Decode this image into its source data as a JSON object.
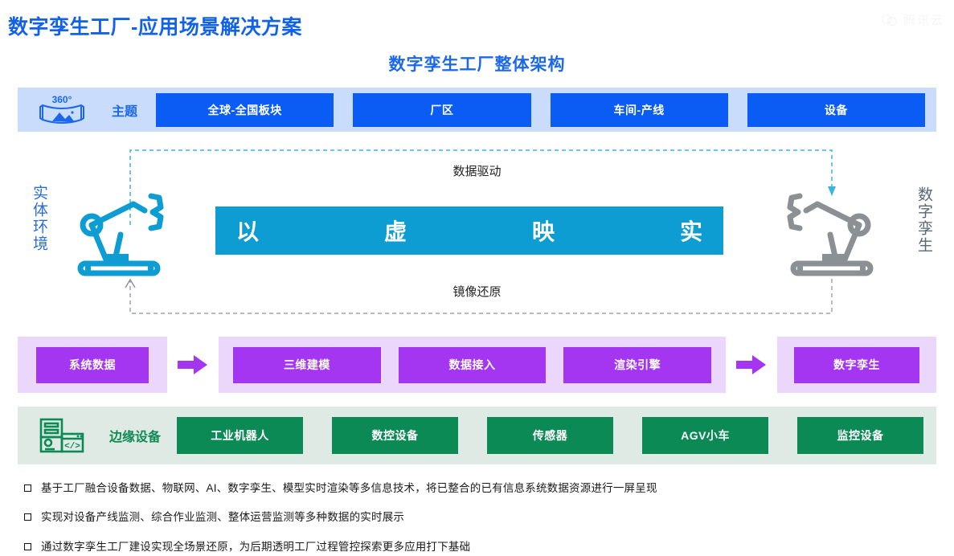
{
  "header": {
    "main_title": "数字孪生工厂-应用场景解决方案",
    "watermark_text": "腾讯云",
    "watermark_icon": "cloud-icon",
    "subtitle": "数字孪生工厂整体架构"
  },
  "theme_band": {
    "icon": "panorama-360-icon",
    "icon_text": "360°",
    "label": "主题",
    "buttons": [
      {
        "label": "全球-全国板块"
      },
      {
        "label": "厂区"
      },
      {
        "label": "车间-产线"
      },
      {
        "label": "设备"
      }
    ]
  },
  "mirror_area": {
    "left_label": "实体环境",
    "right_label": "数字孪生",
    "left_icon": "robot-arm-icon",
    "right_icon": "robot-arm-mirrored-icon",
    "top_caption": "数据驱动",
    "bottom_caption": "镜像还原",
    "flow_words": [
      "以",
      "虚",
      "映",
      "实"
    ]
  },
  "pipeline": {
    "source": {
      "label": "系统数据"
    },
    "arrow_1_icon": "arrow-right-icon",
    "stages": [
      {
        "label": "三维建模"
      },
      {
        "label": "数据接入"
      },
      {
        "label": "渲染引擎"
      }
    ],
    "arrow_2_icon": "arrow-right-icon",
    "result": {
      "label": "数字孪生"
    }
  },
  "edge_band": {
    "icon": "edge-device-icon",
    "label": "边缘设备",
    "devices": [
      {
        "label": "工业机器人"
      },
      {
        "label": "数控设备"
      },
      {
        "label": "传感器"
      },
      {
        "label": "AGV小车"
      },
      {
        "label": "监控设备"
      }
    ]
  },
  "bullets": [
    "基于工厂融合设备数据、物联网、AI、数字孪生、模型实时渲染等多信息技术，将已整合的已有信息系统数据资源进行一屏呈现",
    "实现对设备产线监测、综合作业监测、整体运营监测等多种数据的实时展示",
    "通过数字孪生工厂建设实现全场景还原，为后期透明工厂过程管控探索更多应用打下基础"
  ],
  "colors": {
    "title_blue": "#1262e8",
    "button_blue": "#0b5cf5",
    "band_blue": "#c9dcfb",
    "cyan": "#0d9dd2",
    "purple": "#a435f0",
    "purple_bg": "#ead7fb",
    "green": "#0b8a56",
    "green_bg": "#dfeae4",
    "gray_robot": "#8b9095"
  }
}
